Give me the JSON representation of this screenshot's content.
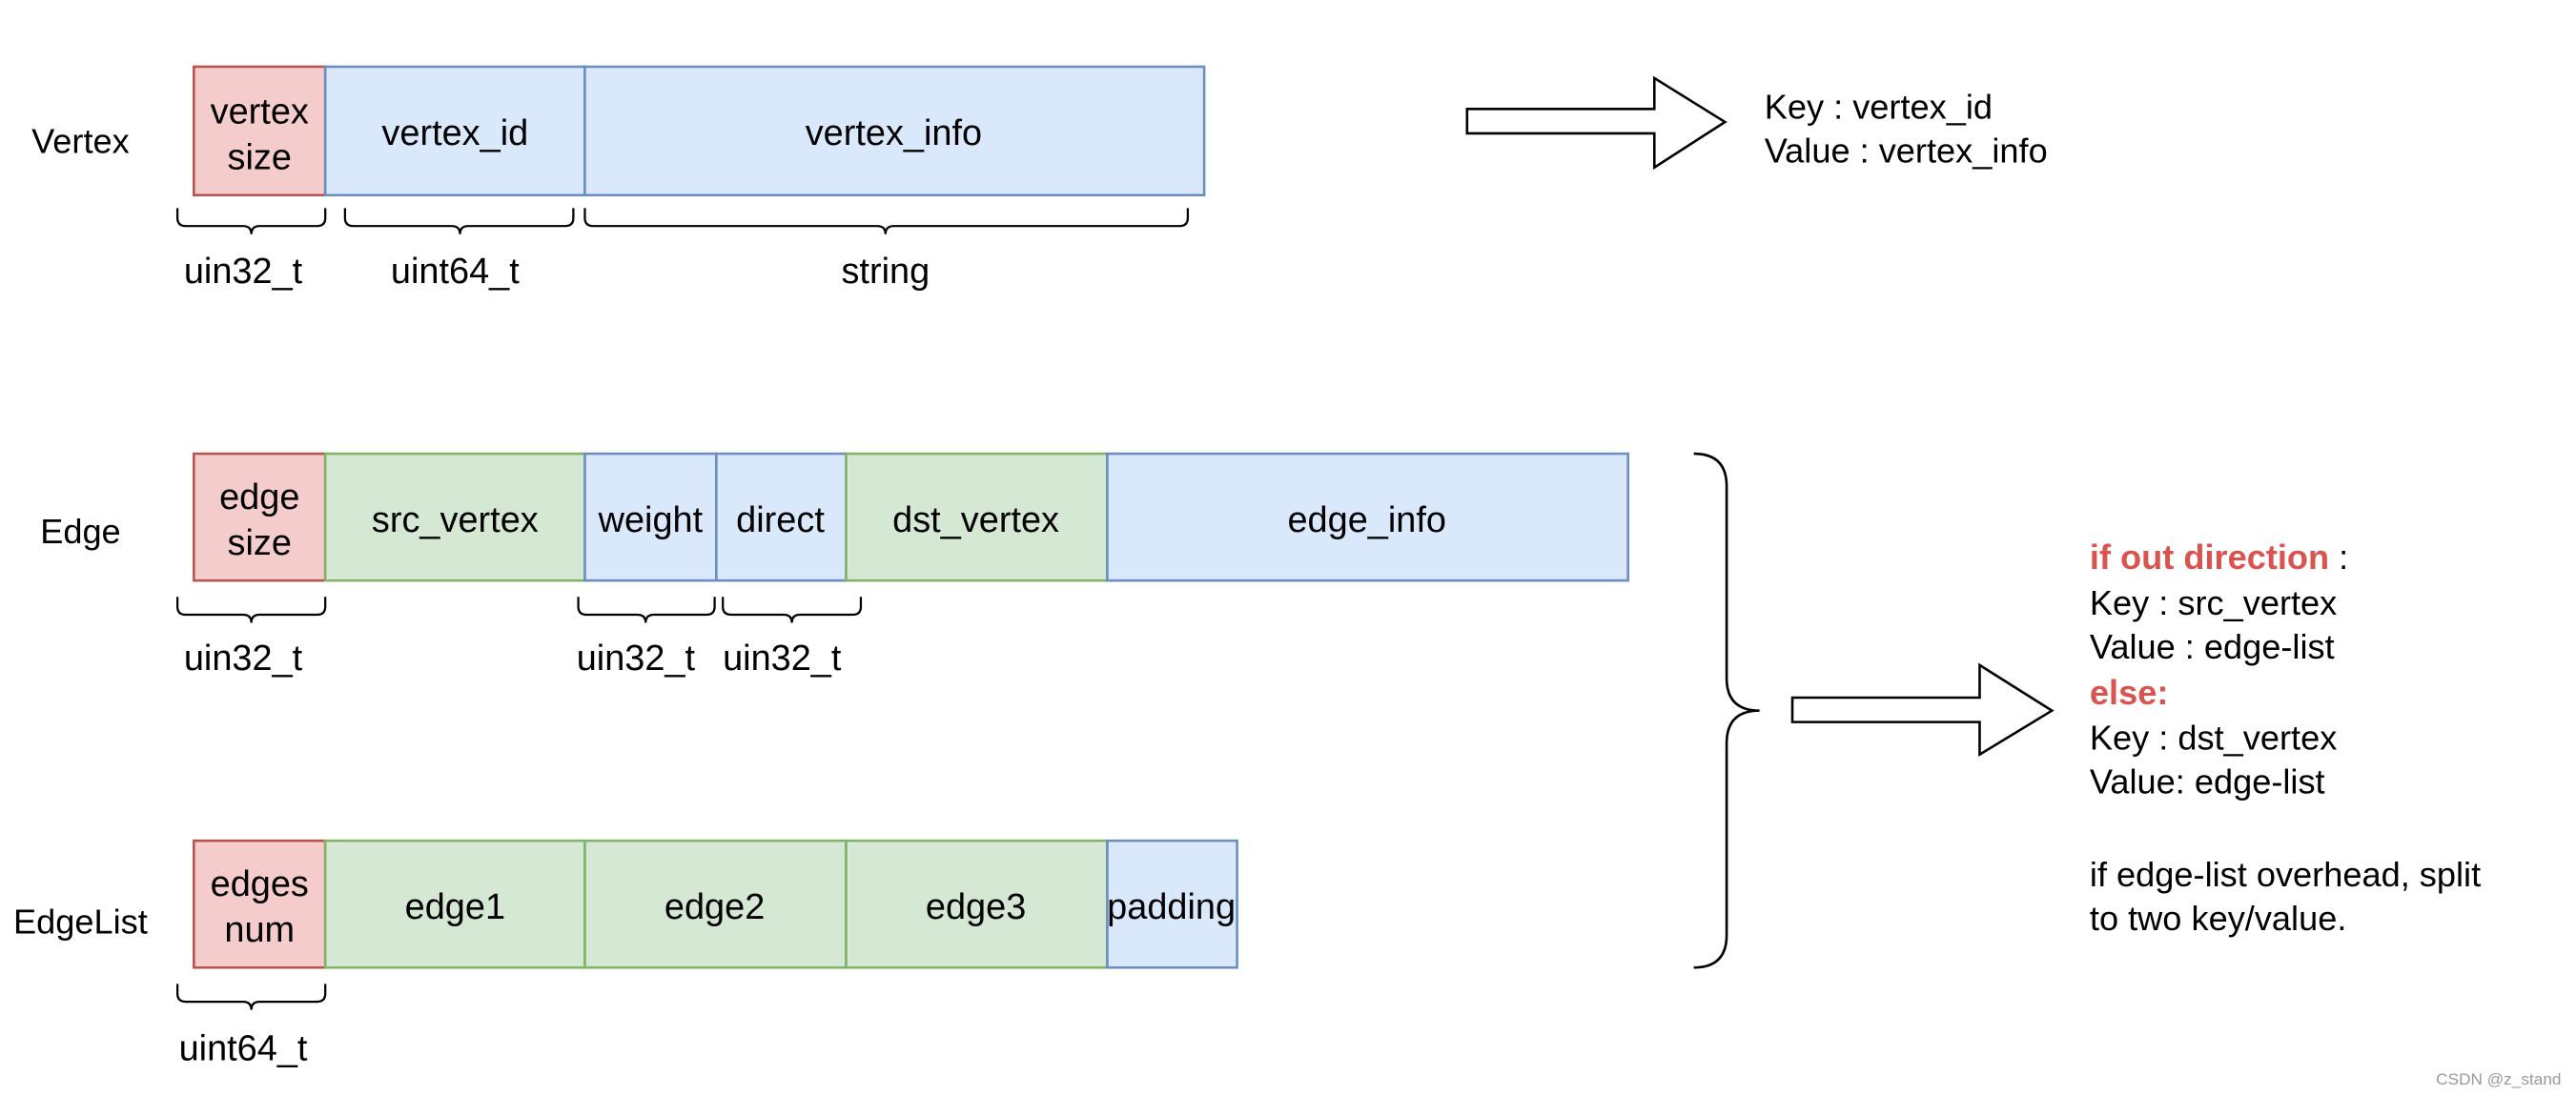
{
  "colors": {
    "size_field": "#f4cccc",
    "size_border": "#b85450",
    "blue_field": "#dae8fc",
    "blue_border": "#6c8ebf",
    "green_field": "#d5e8d4",
    "green_border": "#82b366",
    "highlight": "#d9534f"
  },
  "vertex": {
    "label": "Vertex",
    "fields": [
      {
        "line1": "vertex",
        "line2": "size",
        "color": "red"
      },
      {
        "line1": "vertex_id",
        "color": "blue"
      },
      {
        "line1": "vertex_info",
        "color": "blue"
      }
    ],
    "types": [
      "uin32_t",
      "uint64_t",
      "string"
    ],
    "mapping": {
      "key": "Key : vertex_id",
      "value": "Value : vertex_info"
    }
  },
  "edge": {
    "label": "Edge",
    "fields": [
      {
        "line1": "edge",
        "line2": "size",
        "color": "red"
      },
      {
        "line1": "src_vertex",
        "color": "green"
      },
      {
        "line1": "weight",
        "color": "blue"
      },
      {
        "line1": "direct",
        "color": "blue"
      },
      {
        "line1": "dst_vertex",
        "color": "green"
      },
      {
        "line1": "edge_info",
        "color": "blue"
      }
    ],
    "types": [
      "uin32_t",
      "uin32_t",
      "uin32_t"
    ]
  },
  "edgelist": {
    "label": "EdgeList",
    "fields": [
      {
        "line1": "edges",
        "line2": "num",
        "color": "red"
      },
      {
        "line1": "edge1",
        "color": "green"
      },
      {
        "line1": "edge2",
        "color": "green"
      },
      {
        "line1": "edge3",
        "color": "green"
      },
      {
        "line1": "padding",
        "color": "blue"
      }
    ],
    "types": [
      "uint64_t"
    ]
  },
  "rule": {
    "if_label": "if out direction",
    "if_colon": " :",
    "if_key": "Key : src_vertex",
    "if_value": "Value : edge-list",
    "else_label": "else:",
    "else_key": "Key : dst_vertex",
    "else_value": "Value: edge-list",
    "note_line1": "if edge-list overhead, split",
    "note_line2": "to two key/value."
  },
  "watermark": "CSDN @z_stand"
}
